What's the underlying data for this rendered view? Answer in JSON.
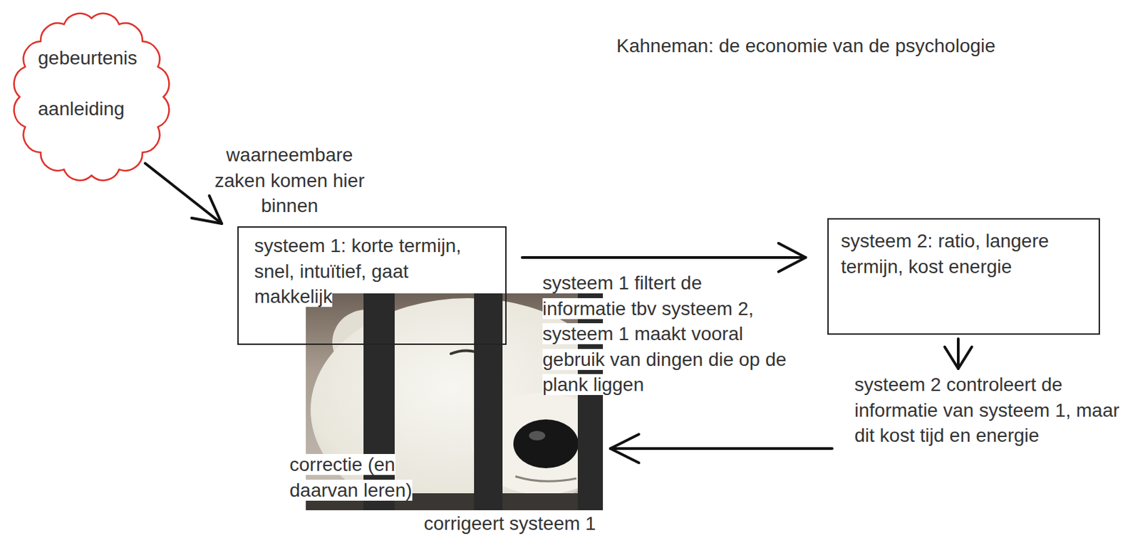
{
  "diagram": {
    "title": "Kahneman: de economie van de psychologie",
    "nodes": [
      {
        "text": [
          "gebeurtenis",
          "aanleiding"
        ]
      },
      {
        "text": [
          "systeem 1: korte termijn, snel, intuïtief, gaat makkelijk"
        ]
      },
      {
        "text": [
          "systeem 2: ratio, langere termijn, kost energie"
        ]
      }
    ],
    "edges": [
      {
        "from": 0,
        "to": 1,
        "arrow": "to",
        "label": "waarneembare zaken komen hier binnen"
      },
      {
        "from": 1,
        "to": 2,
        "arrow": "to",
        "label": "systeem 1 filtert de informatie tbv systeem 2, systeem 1 maakt vooral gebruik van dingen die op de plank liggen"
      }
    ],
    "labels": [
      "systeem 2 controleert de informatie van systeem 1, maar dit kost tijd en energie",
      "correctie (en daarvan leren)",
      "corrigeert systeem 1"
    ]
  }
}
